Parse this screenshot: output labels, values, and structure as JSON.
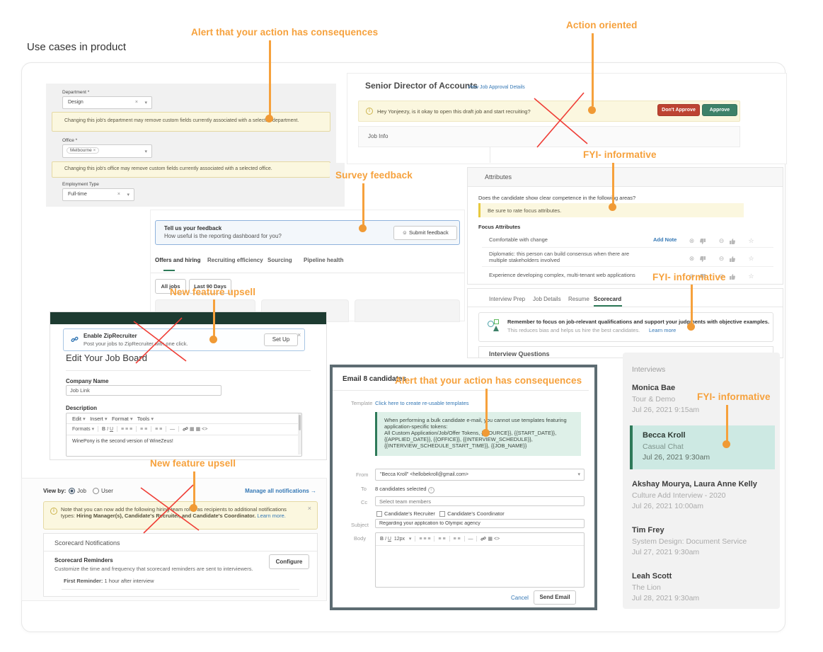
{
  "page": {
    "title": "Use cases in product"
  },
  "colors": {
    "accent_orange": "#F6A13C",
    "annotation_red": "#EF3E36",
    "brand_green": "#2E7A59",
    "header_dark_green": "#1D3B31",
    "approve_green": "#3D8169",
    "danger_red": "#BD4332",
    "alert_yellow_bg": "#FBF7DF",
    "info_green_bg": "#DEF0E8",
    "highlight_teal_bg": "#CDE9E3",
    "link_blue": "#3578B5"
  },
  "icons": {
    "dropdown": "▾",
    "remove": "×",
    "close": "×",
    "star": "☆",
    "circle_x": "⊗",
    "circle_minus": "⊖",
    "bars": "≡",
    "dash": "—",
    "code": "<>",
    "smiley": "☺",
    "warning": "!",
    "info": "i",
    "bold": "B",
    "italic": "I",
    "underline": "U",
    "image": "▦"
  },
  "annotations": {
    "a1": "Alert that your action has consequences",
    "a2": "Action oriented",
    "a3": "Survey feedback",
    "a4": "FYI- informative",
    "a5": "FYI- informative",
    "a6": "New feature upsell",
    "a7": "Alert that your action has consequences",
    "a8": "New feature upsell",
    "a9": "FYI- informative"
  },
  "job_form": {
    "department_label": "Department *",
    "department_value": "Design",
    "department_alert": "Changing this job's department may remove custom fields currently associated with a selected department.",
    "office_label": "Office *",
    "office_value": "Melbourne",
    "office_alert": "Changing this job's office may remove custom fields currently associated with a selected office.",
    "employment_type_label": "Employment Type",
    "employment_type_value": "Full-time"
  },
  "job_approval": {
    "title": "Senior Director of Accounts",
    "link": "View Job Approval Details",
    "alert_text": "Hey Yonjeezy, is it okay to open this draft job and start recruiting?",
    "dont_approve": "Don't Approve",
    "approve": "Approve",
    "section": "Job Info"
  },
  "reporting": {
    "feedback_title": "Tell us your feedback",
    "feedback_question": "How useful is the reporting dashboard for you?",
    "submit_button": "Submit feedback",
    "tabs": [
      "Offers and hiring",
      "Recruiting efficiency",
      "Sourcing",
      "Pipeline health"
    ],
    "active_tab": "Offers and hiring",
    "filters": [
      "All jobs",
      "Last 90 Days"
    ]
  },
  "attributes_panel": {
    "title": "Attributes",
    "question": "Does the candidate show clear competence in the following areas?",
    "alert": "Be sure to rate focus attributes.",
    "group_title": "Focus Attributes",
    "add_note": "Add Note",
    "rows": [
      {
        "label": "Comfortable with change"
      },
      {
        "label": "Diplomatic: this person can build consensus when there are multiple stakeholders involved"
      },
      {
        "label": "Experience developing complex, multi-tenant web applications"
      }
    ]
  },
  "scorecard_panel": {
    "tabs": [
      "Interview Prep",
      "Job Details",
      "Resume",
      "Scorecard"
    ],
    "active_tab": "Scorecard",
    "banner_bold": "Remember to focus on job-relevant qualifications and support your judgments with objective examples.",
    "banner_text": "This reduces bias and helps us hire the best candidates.",
    "banner_link": "Learn more",
    "section": "Interview Questions"
  },
  "job_board": {
    "banner_title": "Enable ZipRecruiter",
    "banner_text": "Post your jobs to ZipRecruiter with one click.",
    "setup_button": "Set Up",
    "title": "Edit Your Job Board",
    "company_name_label": "Company Name",
    "company_name_value": "Job Link",
    "description_label": "Description",
    "menu_edit": "Edit",
    "menu_insert": "Insert",
    "menu_format": "Format",
    "menu_tools": "Tools",
    "formats_label": "Formats",
    "editor_text": "WinePony is the second version of WineZeus!"
  },
  "notifications": {
    "view_by": "View by:",
    "radio_job": "Job",
    "radio_user": "User",
    "manage_link": "Manage all notifications →",
    "alert_line1": "Note that you can now add the following hiring team roles as recipients to additional notifications types:",
    "alert_bold": "Hiring Manager(s), Candidate's Recruiter, and Candidate's Coordinator.",
    "alert_link": "Learn more.",
    "section": "Scorecard Notifications",
    "reminders_title": "Scorecard Reminders",
    "reminders_text": "Customize the time and frequency that scorecard reminders are sent to interviewers.",
    "configure_button": "Configure",
    "first_reminder_label": "First Reminder:",
    "first_reminder_value": "1 hour after interview"
  },
  "email_modal": {
    "title": "Email 8 candidates",
    "template_label": "Template",
    "template_link": "Click here to create re-usable templates",
    "token_warning_1": "When performing a bulk candidate e-mail, you cannot use templates featuring application-specific tokens:",
    "token_warning_2": "All Custom Application/Job/Offer Tokens, {{SOURCE}}, {{START_DATE}}, {{APPLIED_DATE}}, {{OFFICE}}, {{INTERVIEW_SCHEDULE}}, {{INTERVIEW_SCHEDULE_START_TIME}}, {{JOB_NAME}}",
    "from_label": "From",
    "from_value": "\"Becca Kroll\" <hellobekroll@gmail.com>",
    "to_label": "To",
    "to_value": "8 candidates selected",
    "cc_label": "Cc",
    "cc_placeholder": "Select team members",
    "checkbox_recruiter": "Candidate's Recruiter",
    "checkbox_coordinator": "Candidate's Coordinator",
    "subject_label": "Subject",
    "subject_value": "Regarding your application to Olympic agency",
    "body_label": "Body",
    "font_size": "12px",
    "cancel": "Cancel",
    "send": "Send Email"
  },
  "interviews": {
    "title": "Interviews",
    "items": [
      {
        "name": "Monica Bae",
        "event": "Tour & Demo",
        "time": "Jul 26, 2021 9:15am"
      },
      {
        "name": "Becca Kroll",
        "event": "Casual Chat",
        "time": "Jul 26, 2021 9:30am"
      },
      {
        "name": "Akshay Mourya, Laura Anne Kelly",
        "event": "Culture Add Interview - 2020",
        "time": "Jul 26, 2021 10:00am"
      },
      {
        "name": "Tim Frey",
        "event": "System Design: Document Service",
        "time": "Jul 27, 2021 9:30am"
      },
      {
        "name": "Leah Scott",
        "event": "The Lion",
        "time": "Jul 28, 2021 9:30am"
      }
    ]
  }
}
